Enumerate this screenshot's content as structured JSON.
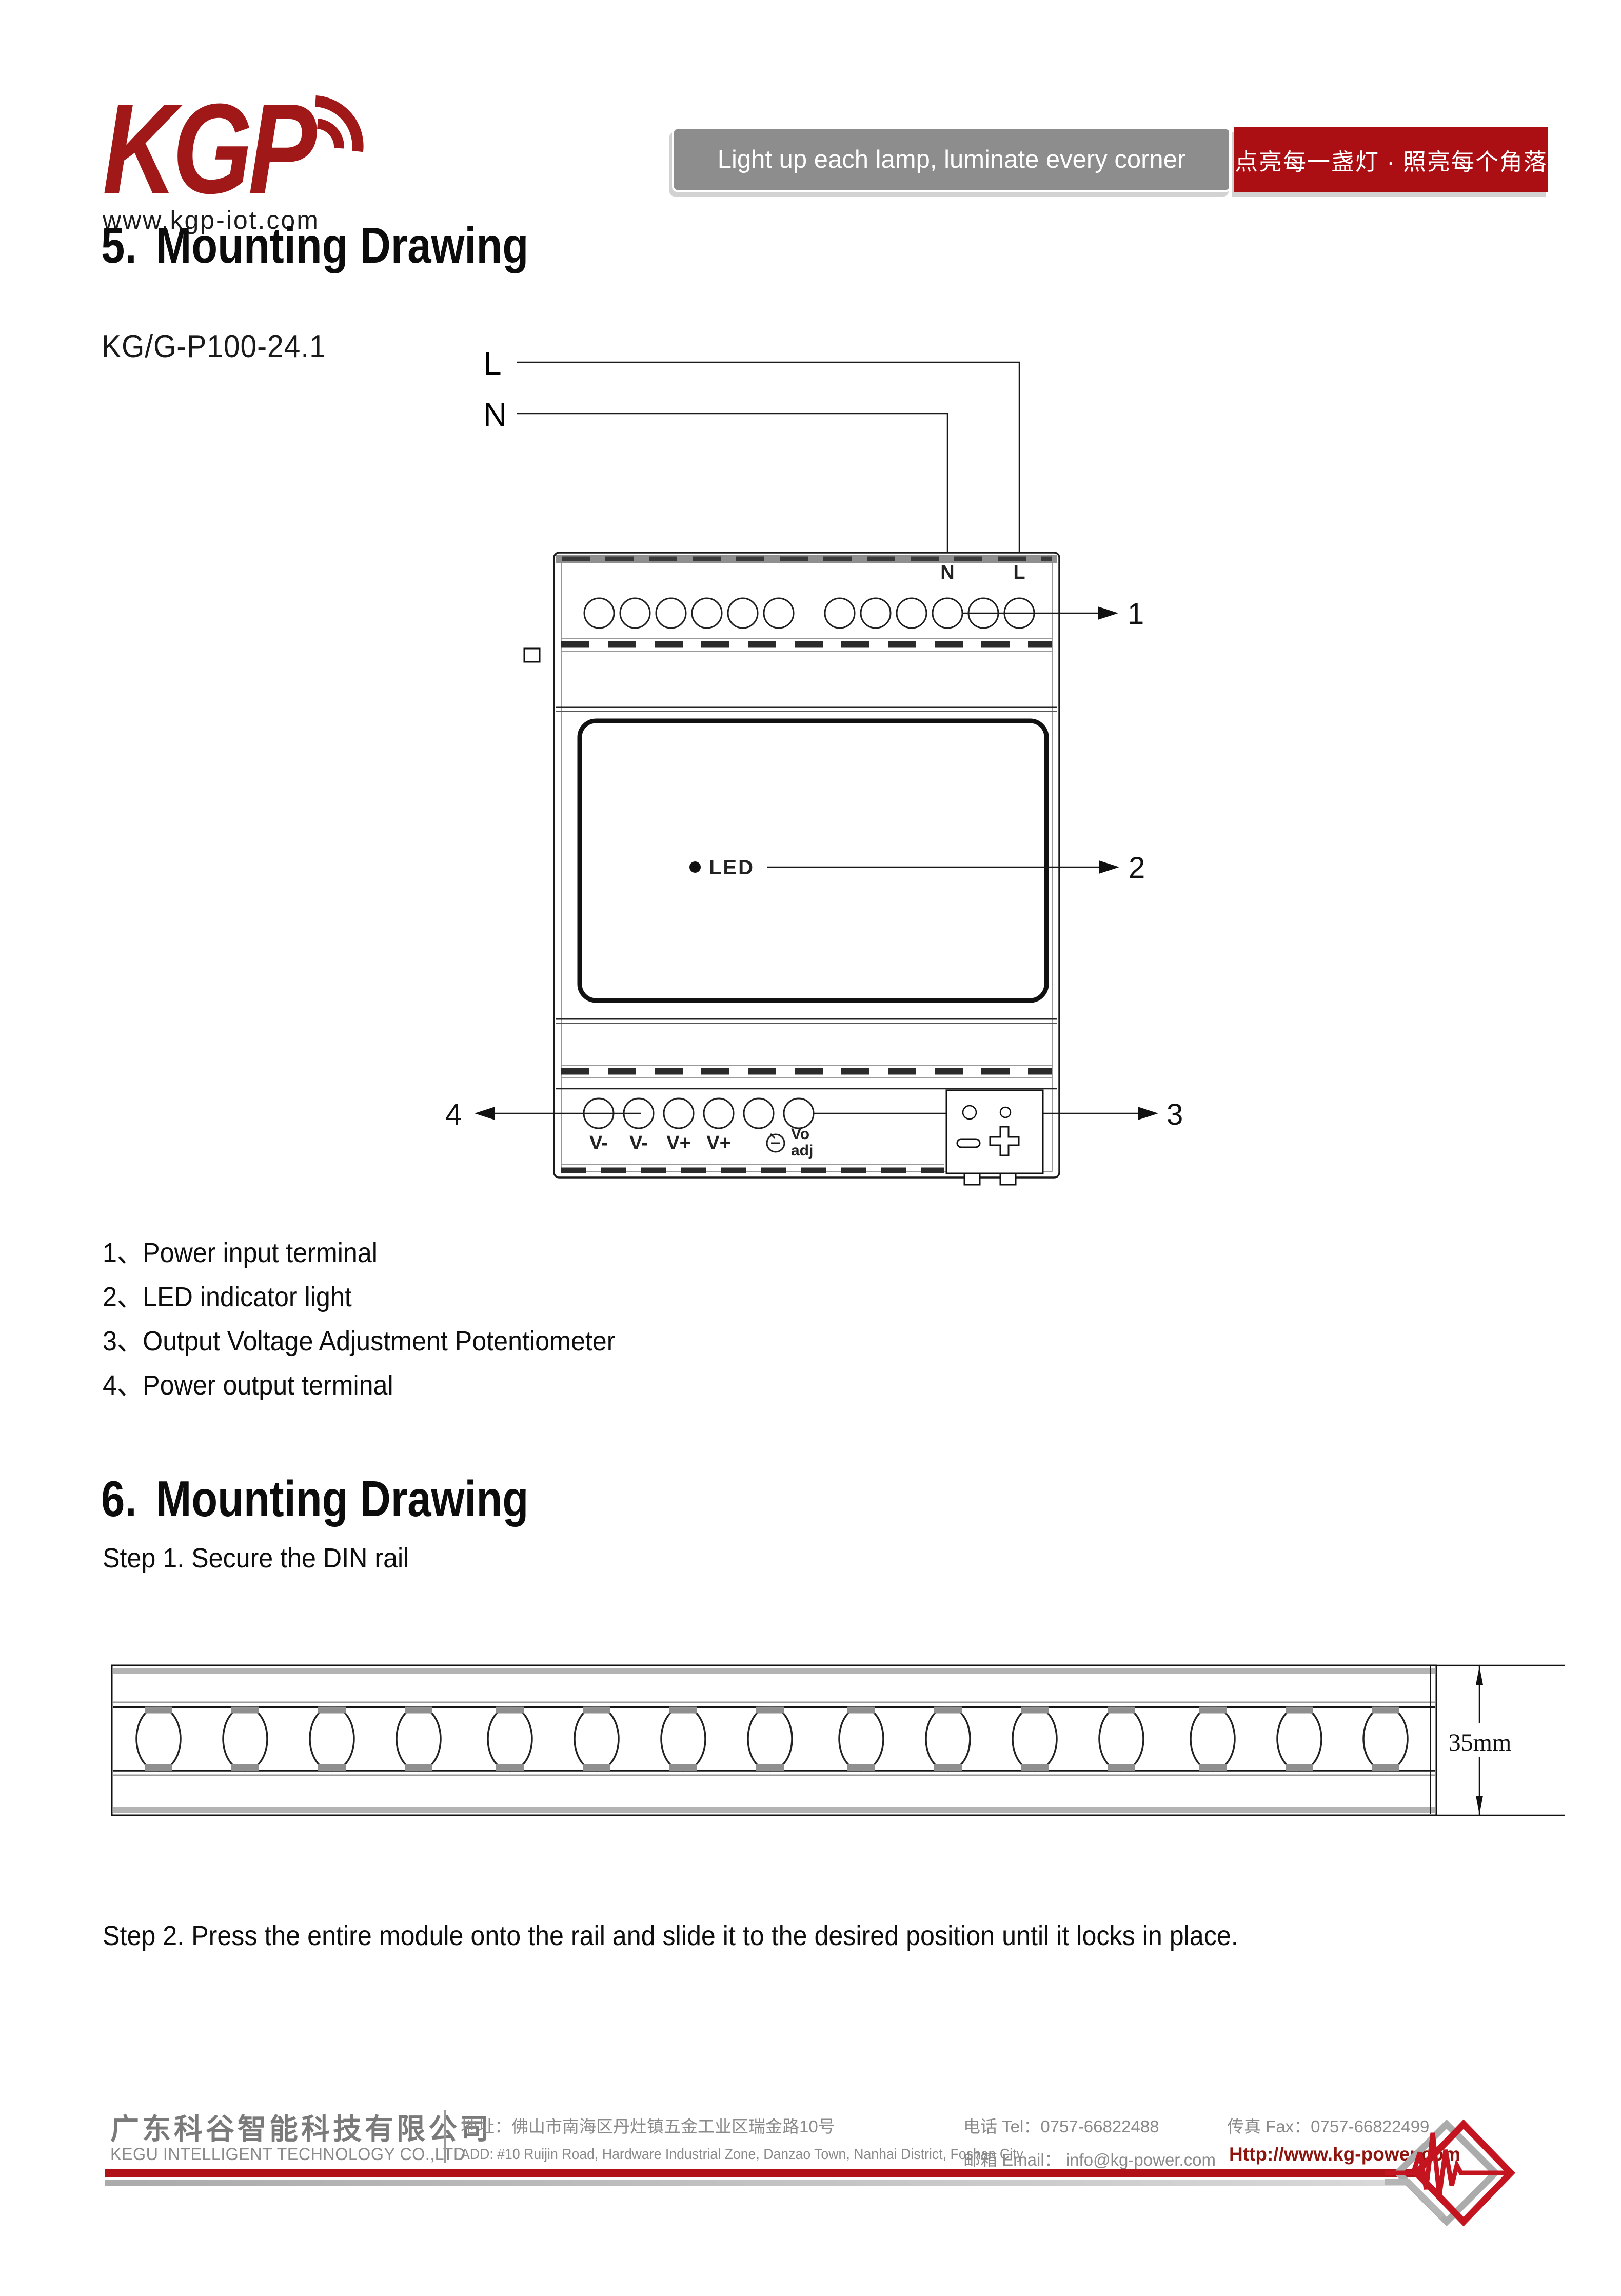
{
  "header": {
    "brand": "KGP",
    "website": "www.kgp-iot.com",
    "slogan_en": "Light up each lamp, luminate every corner",
    "slogan_zh": "点亮每一盏灯 · 照亮每个角落"
  },
  "section5": {
    "number": "5.",
    "title": "Mounting Drawing",
    "model": "KG/G-P100-24.1",
    "diagram": {
      "input_live": "L",
      "input_neutral": "N",
      "terminal_neutral": "N",
      "terminal_live": "L",
      "led_label": "LED",
      "output_labels": [
        "V-",
        "V-",
        "V+",
        "V+"
      ],
      "pot_label_top": "Vo",
      "pot_label_bottom": "adj",
      "callouts": [
        "1",
        "2",
        "3",
        "4"
      ]
    },
    "legend": [
      "1、Power input terminal",
      "2、LED indicator light",
      "3、Output Voltage Adjustment Potentiometer",
      "4、Power output terminal"
    ]
  },
  "section6": {
    "number": "6.",
    "title": "Mounting Drawing",
    "step1": "Step 1. Secure the DIN rail",
    "step2": "Step 2. Press the entire module onto the rail and slide it to the desired position until it locks in place.",
    "rail_dimension": "35mm"
  },
  "footer": {
    "company_zh": "广东科谷智能科技有限公司",
    "company_en": "KEGU INTELLIGENT TECHNOLOGY CO.,LTD",
    "address_zh": "地址：佛山市南海区丹灶镇五金工业区瑞金路10号",
    "address_en": "ADD:  #10 Ruijin Road, Hardware Industrial Zone, Danzao Town, Nanhai District, Foshan City",
    "tel": "电话 Tel：0757-66822488",
    "email": "邮箱 Email：  info@kg-power.com",
    "fax": "传真 Fax：0757-66822499",
    "website": "Http://www.kg-power.com"
  },
  "colors": {
    "brand_red": "#A01818",
    "banner_gray": "#8D8D8D",
    "banner_red": "#AB0E13",
    "footer_bar_red": "#B01218",
    "footer_link_red": "#8E150D",
    "footer_text_gray": "#8A8A8A"
  }
}
